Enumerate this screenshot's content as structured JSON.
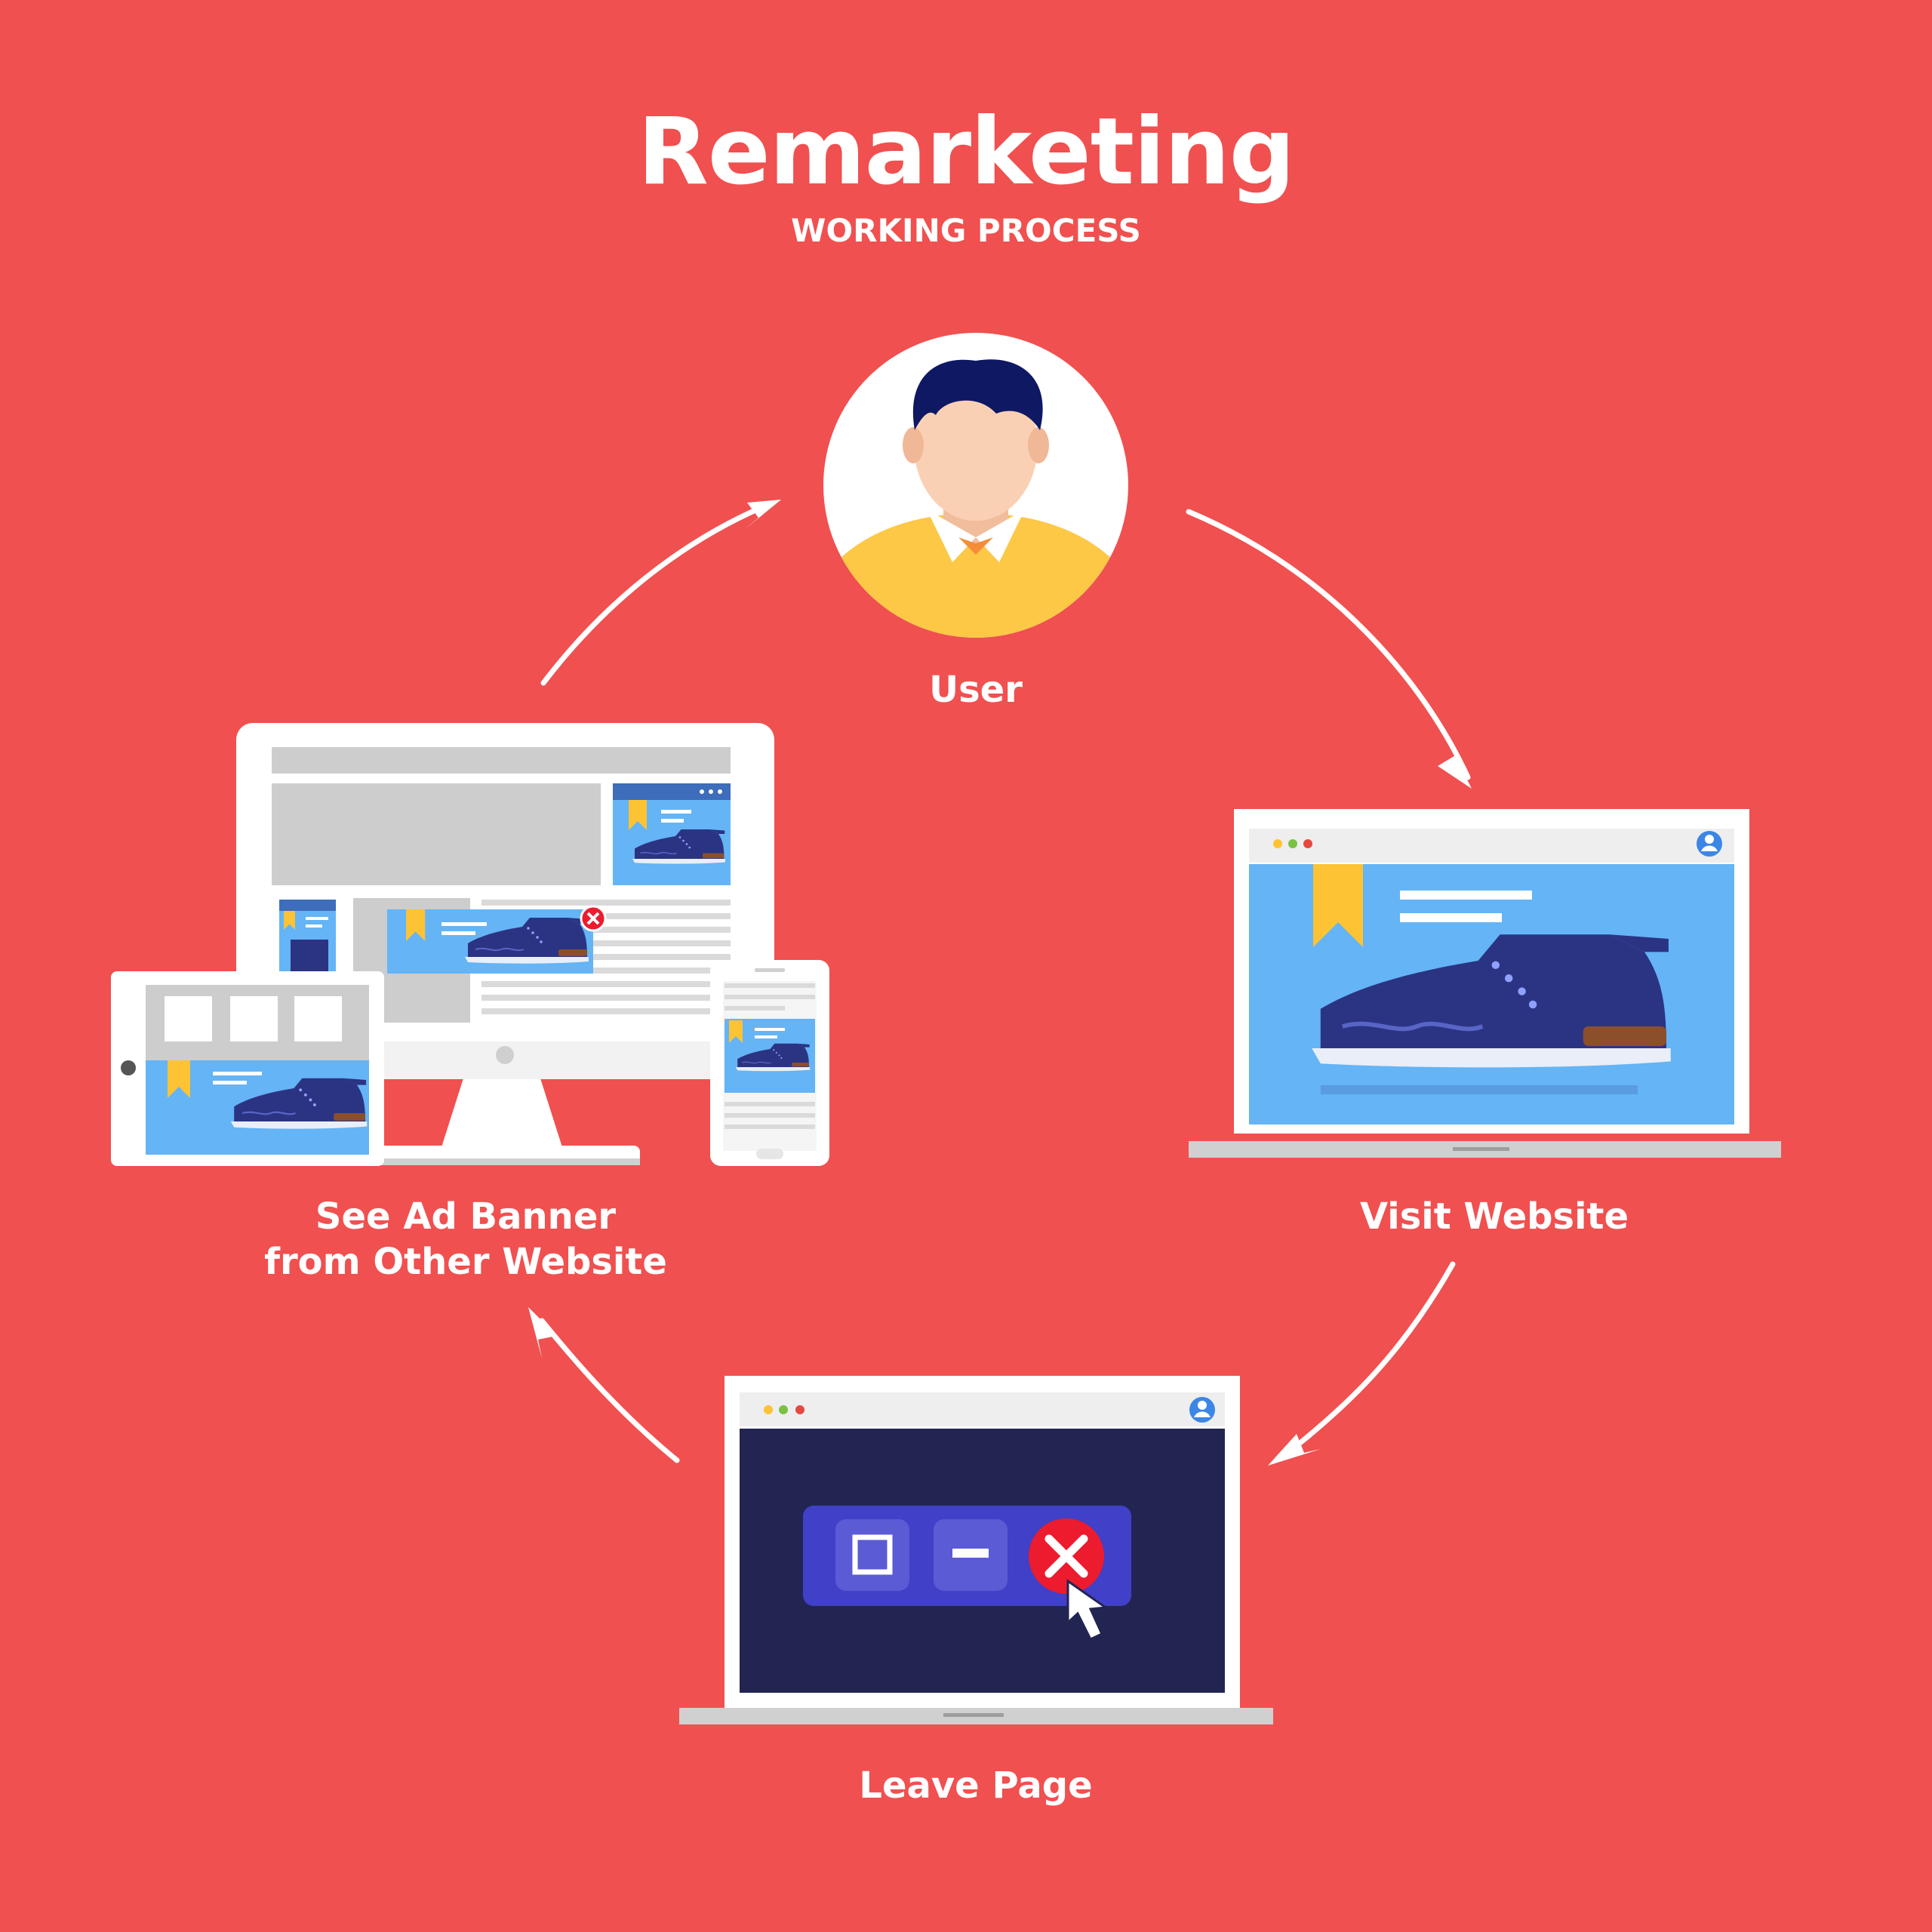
{
  "title": "Remarketing",
  "subtitle": "WORKING PROCESS",
  "steps": {
    "user": "User",
    "visit": "Visit Website",
    "leave": "Leave Page",
    "banner_line1": "See Ad Banner",
    "banner_line2": "from Other Website"
  },
  "colors": {
    "background": "#f0504f",
    "sky": "#64b4f6",
    "shoe": "#2b3483",
    "dark_screen": "#222552",
    "ribbon": "#fdc335",
    "close_red": "#ec1b2e",
    "shirt": "#fdc845",
    "hair": "#0e1863"
  },
  "icons": [
    "user-avatar-icon",
    "bookmark-ribbon-icon",
    "sneaker-icon",
    "maximize-icon",
    "minimize-icon",
    "close-icon",
    "cursor-icon",
    "profile-icon"
  ]
}
